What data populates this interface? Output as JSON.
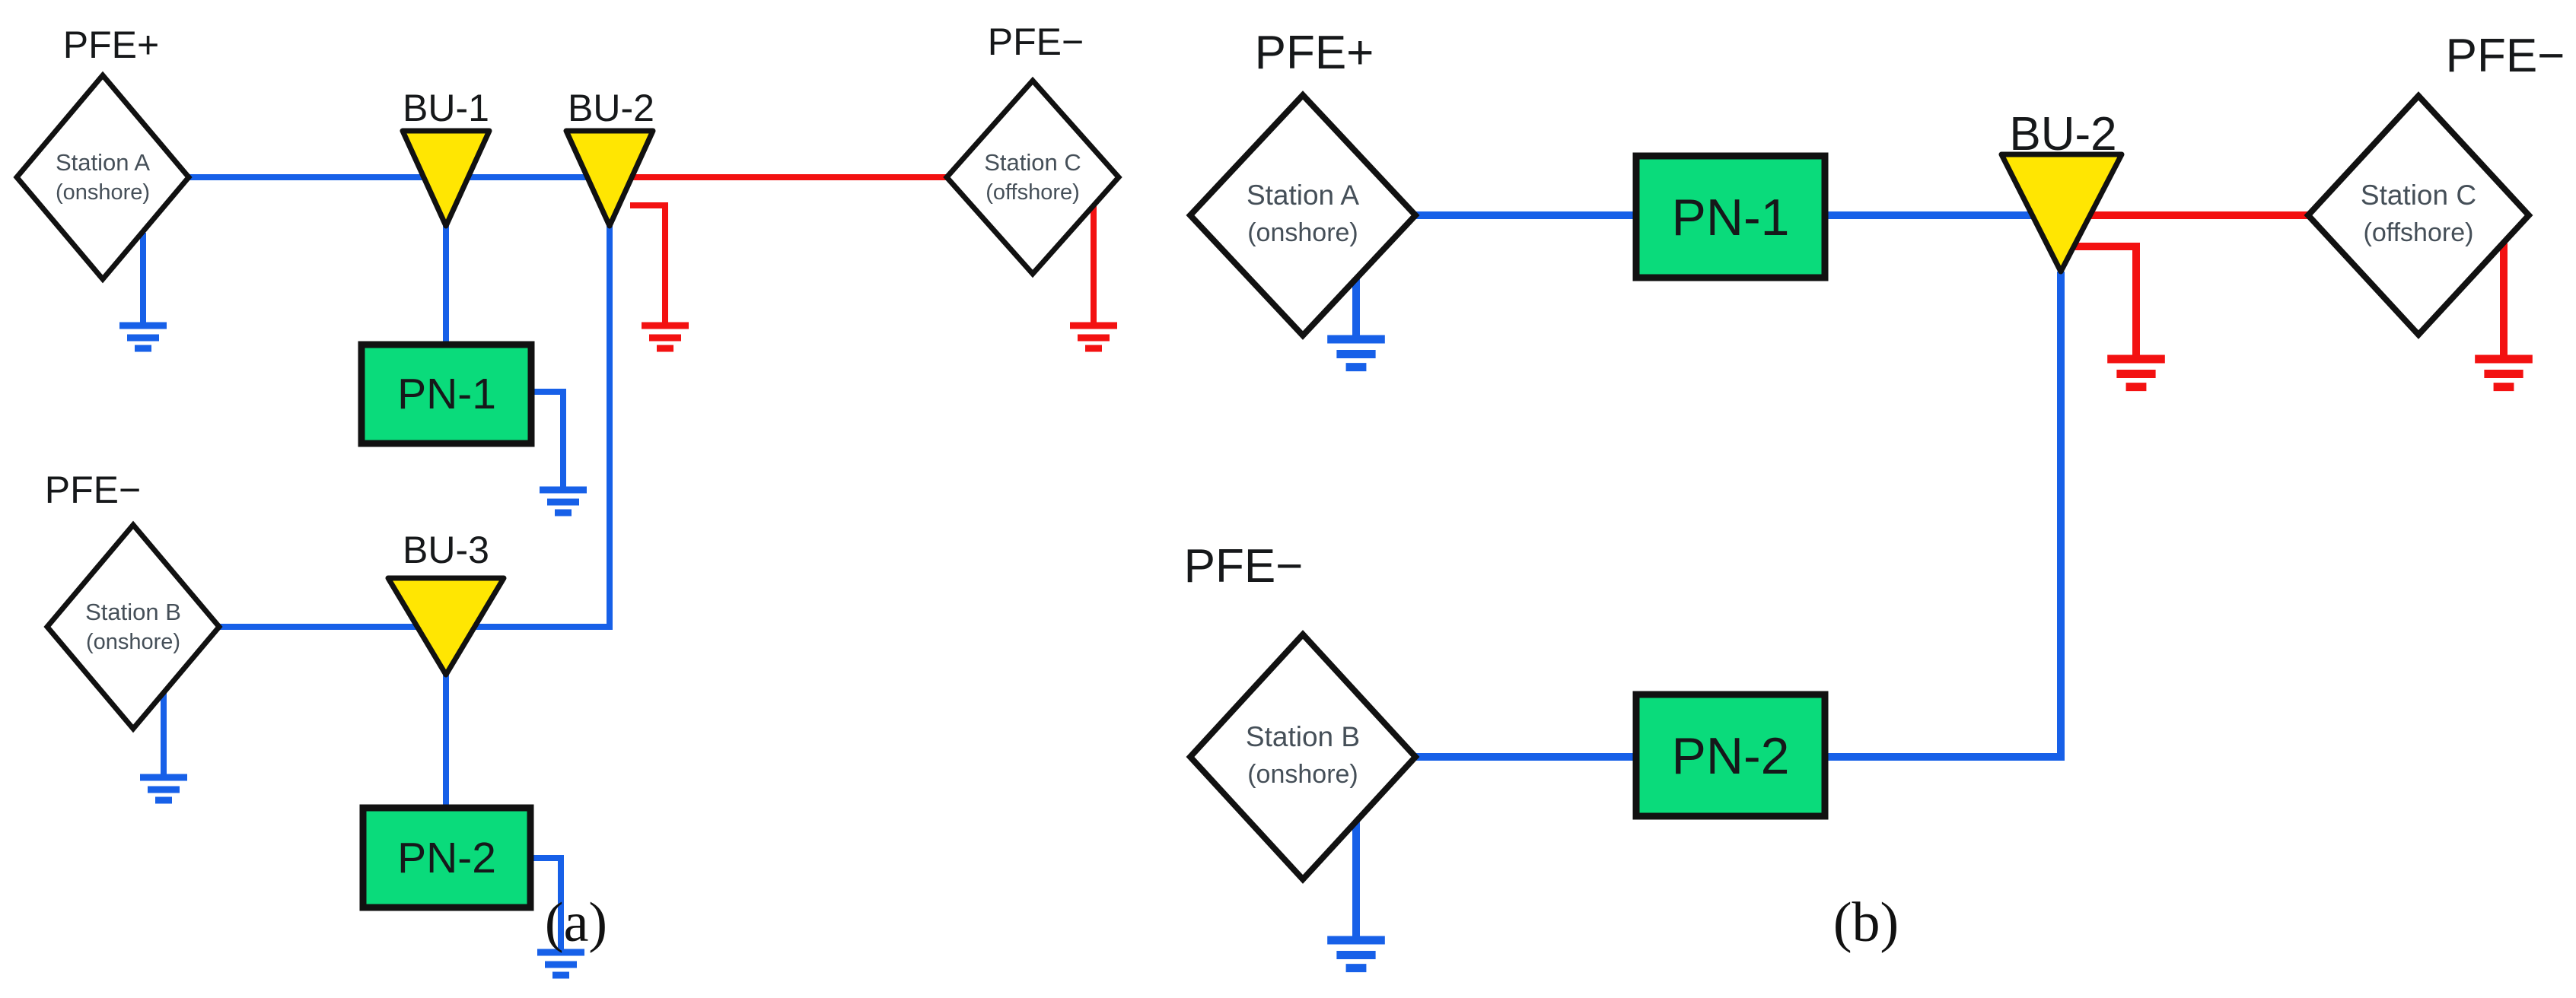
{
  "colors": {
    "cable_positive_blue": "#1760e8",
    "cable_negative_red": "#f31111",
    "branching_unit_yellow": "#ffe602",
    "power_node_green": "#0adb7b",
    "outline_black": "#111111"
  },
  "panel_a": {
    "caption": "(a)",
    "stations": [
      {
        "pfe_label": "PFE+",
        "name": "Station A",
        "location": "(onshore)"
      },
      {
        "pfe_label": "PFE−",
        "name": "Station B",
        "location": "(onshore)"
      },
      {
        "pfe_label": "PFE−",
        "name": "Station C",
        "location": "(offshore)"
      }
    ],
    "branching_units": [
      "BU-1",
      "BU-2",
      "BU-3"
    ],
    "power_nodes": [
      "PN-1",
      "PN-2"
    ]
  },
  "panel_b": {
    "caption": "(b)",
    "stations": [
      {
        "pfe_label": "PFE+",
        "name": "Station A",
        "location": "(onshore)"
      },
      {
        "pfe_label": "PFE−",
        "name": "Station B",
        "location": "(onshore)"
      },
      {
        "pfe_label": "PFE−",
        "name": "Station C",
        "location": "(offshore)"
      }
    ],
    "branching_units": [
      "BU-2"
    ],
    "power_nodes": [
      "PN-1",
      "PN-2"
    ]
  }
}
